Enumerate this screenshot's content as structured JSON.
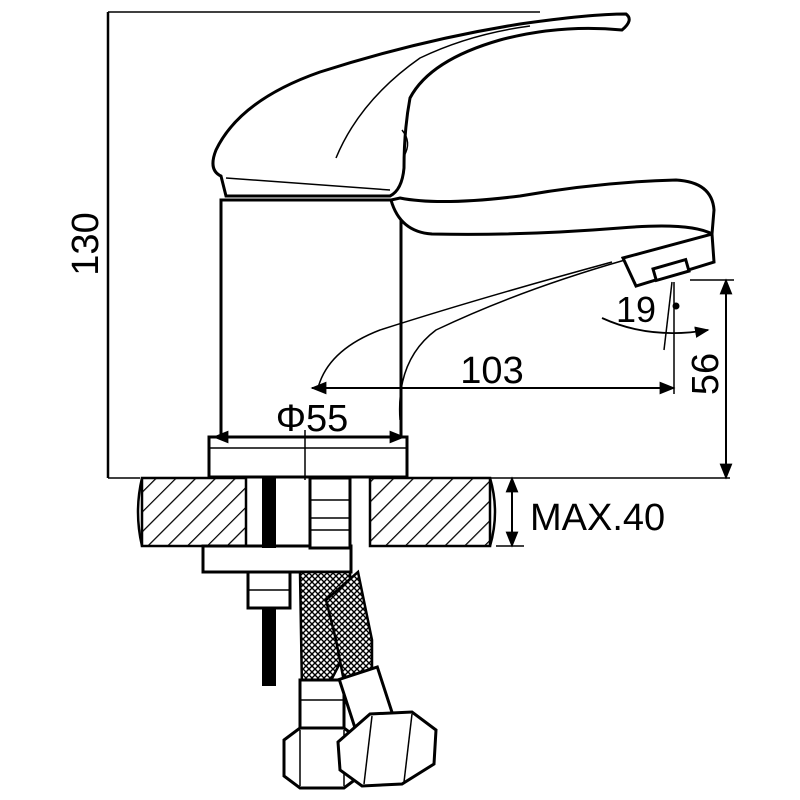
{
  "dimensions": {
    "height": "130",
    "spout_reach": "103",
    "base_diameter": "Φ55",
    "spout_height": "56",
    "spout_angle": "19",
    "max_counter_thickness": "MAX.40"
  },
  "colors": {
    "ink": "#000000",
    "paper": "#ffffff"
  }
}
